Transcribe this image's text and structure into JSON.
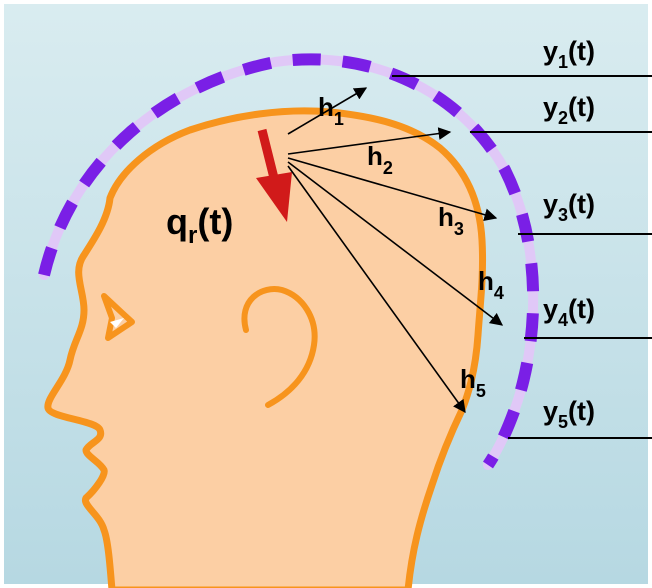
{
  "source": {
    "symbol": "q",
    "subscript": "r",
    "suffix": "(t)"
  },
  "paths": [
    {
      "symbol": "h",
      "subscript": "1"
    },
    {
      "symbol": "h",
      "subscript": "2"
    },
    {
      "symbol": "h",
      "subscript": "3"
    },
    {
      "symbol": "h",
      "subscript": "4"
    },
    {
      "symbol": "h",
      "subscript": "5"
    }
  ],
  "sensors": [
    {
      "symbol": "y",
      "subscript": "1",
      "suffix": "(t)"
    },
    {
      "symbol": "y",
      "subscript": "2",
      "suffix": "(t)"
    },
    {
      "symbol": "y",
      "subscript": "3",
      "suffix": "(t)"
    },
    {
      "symbol": "y",
      "subscript": "4",
      "suffix": "(t)"
    },
    {
      "symbol": "y",
      "subscript": "5",
      "suffix": "(t)"
    }
  ],
  "colors": {
    "background_top": "#d9ecf0",
    "background_bottom": "#b6d8e2",
    "head_fill": "#fccfa4",
    "head_outline": "#f7941d",
    "helmet_band": "#e0c8f7",
    "electrode": "#7a1fe6",
    "source_arrow": "#d11a1a",
    "lines": "#000000"
  }
}
